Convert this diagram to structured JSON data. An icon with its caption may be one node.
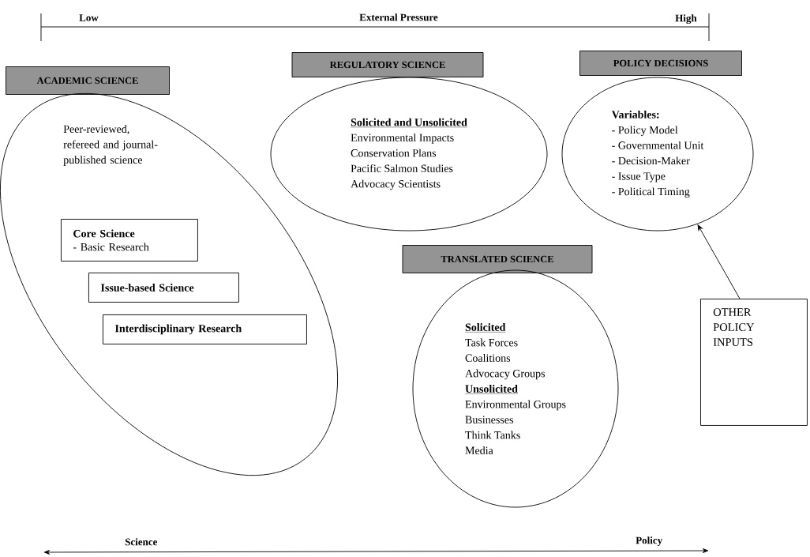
{
  "diagram": {
    "nodes": [
      {
        "text": [
          "ACADEMIC SCIENCE"
        ]
      },
      {
        "text": [
          "Peer-reviewed, refereed and journal-published science"
        ]
      },
      {
        "text": [
          "Core Science",
          "- Basic Research"
        ],
        "in": 1
      },
      {
        "text": [
          "Issue-based Science"
        ],
        "in": 1
      },
      {
        "text": [
          "Interdisciplinary Research"
        ],
        "in": 1
      },
      {
        "text": [
          "REGULATORY SCIENCE"
        ]
      },
      {
        "text": [
          "Solicited and Unsolicited",
          "Environmental Impacts",
          "Conservation Plans",
          "Pacific Salmon Studies",
          "Advocacy Scientists"
        ]
      },
      {
        "text": [
          "POLICY DECISIONS"
        ]
      },
      {
        "text": [
          "Variables:",
          "- Policy Model",
          "- Governmental Unit",
          "- Decision-Maker",
          "- Issue Type",
          "- Political Timing"
        ]
      },
      {
        "text": [
          "TRANSLATED SCIENCE"
        ]
      },
      {
        "text": [
          "Solicited",
          "Task Forces",
          "Coalitions",
          "Advocacy Groups",
          "Unsolicited",
          "Environmental Groups",
          "Businesses",
          "Think Tanks",
          "Media"
        ]
      },
      {
        "text": [
          "OTHER POLICY INPUTS"
        ]
      }
    ],
    "edges": [
      {
        "from": 11,
        "to": 8,
        "arrow": "to"
      }
    ],
    "labels": [
      "Low",
      "External Pressure",
      "High",
      "Science",
      "Policy"
    ]
  }
}
